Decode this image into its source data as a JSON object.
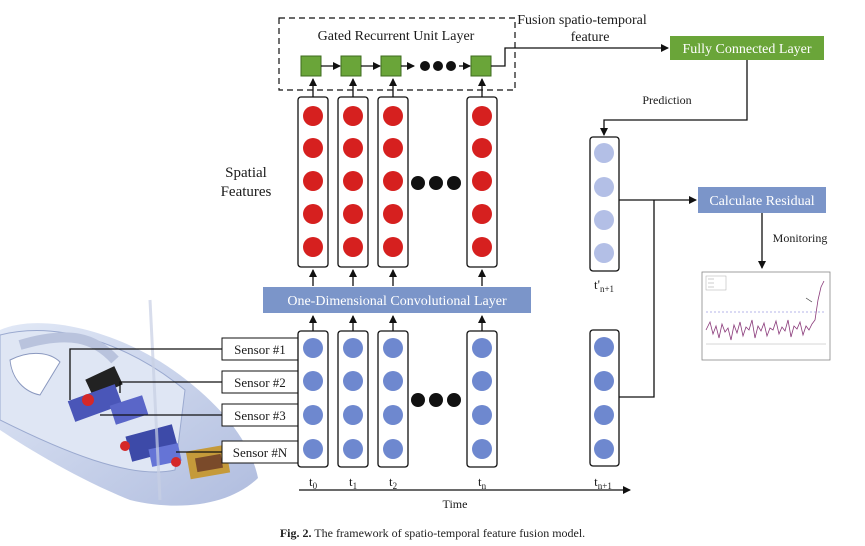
{
  "diagram": {
    "gru_layer": "Gated Recurrent Unit Layer",
    "fusion_feature": [
      "Fusion spatio-temporal",
      "feature"
    ],
    "fully_connected": "Fully Connected Layer",
    "prediction": "Prediction",
    "spatial_features": [
      "Spatial",
      "Features"
    ],
    "conv_layer": "One-Dimensional Convolutional Layer",
    "calculate_residual": "Calculate Residual",
    "monitoring": "Monitoring",
    "sensors": [
      "Sensor #1",
      "Sensor #2",
      "Sensor #3",
      "Sensor #N"
    ],
    "time_steps": [
      {
        "base": "t",
        "sub": "0"
      },
      {
        "base": "t",
        "sub": "1"
      },
      {
        "base": "t",
        "sub": "2"
      },
      {
        "base": "t",
        "sub": "n"
      }
    ],
    "next_step": {
      "base": "t",
      "sub": "n+1"
    },
    "predicted_step": {
      "base": "t'",
      "sub": "n+1"
    },
    "time_axis": "Time"
  },
  "caption": {
    "label": "Fig. 2.",
    "text": "The framework of spatio-temporal feature fusion model."
  },
  "colors": {
    "gru_green": "#6aa539",
    "layer_blue": "#7b95c9",
    "feature_red": "#d6201f",
    "input_blue": "#6e88cf",
    "pred_lavender": "#b3bfe6"
  }
}
